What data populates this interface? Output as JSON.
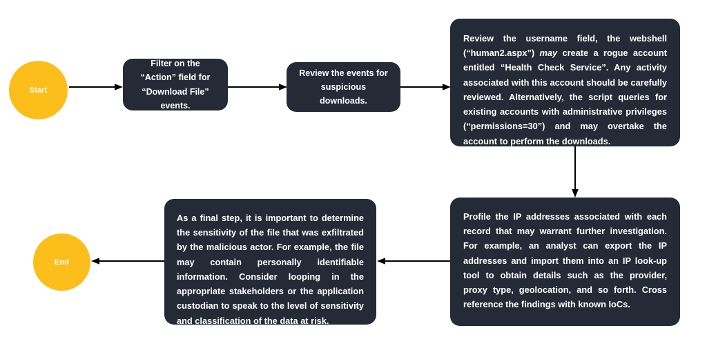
{
  "diagram": {
    "title": "Webshell download investigation flowchart",
    "colors": {
      "terminator_fill": "#FCBE1B",
      "process_fill": "#242B36",
      "text": "#FFFFFF",
      "connector": "#000000",
      "background": "#FFFFFF"
    },
    "nodes": {
      "start": {
        "label": "Start",
        "shape": "circle"
      },
      "filter_action": {
        "label": "Filter on the “Action” field for “Download File” events.",
        "shape": "rounded-rect"
      },
      "review_events": {
        "label": "Review the events for suspicious downloads.",
        "shape": "rounded-rect"
      },
      "review_username": {
        "text_parts": {
          "before": "Review the username field, the webshell (“human2.aspx”) ",
          "emphasis": "may",
          "after": " create a rogue account entitled “Health Check Service”. Any activity associated with this account should be carefully reviewed. Alternatively, the script queries for existing accounts with administrative privileges (“permissions=30”) and may overtake the account to perform the downloads."
        },
        "shape": "rounded-rect"
      },
      "profile_ip": {
        "label": "Profile the IP addresses associated with each record that may warrant further investigation. For example, an analyst can export the IP addresses and import them into an IP look-up tool to obtain details such as the provider, proxy type, geolocation, and so forth. Cross reference the findings with known IoCs.",
        "shape": "rounded-rect"
      },
      "final_step": {
        "label": "As a final step, it is important to determine the sensitivity of the file that was exfiltrated by the malicious actor. For example, the file may contain personally identifiable information. Consider looping in the appropriate stakeholders or the application custodian to speak to the level of sensitivity and classification of the data at risk.",
        "shape": "rounded-rect"
      },
      "end": {
        "label": "End",
        "shape": "circle"
      }
    },
    "connectors": [
      {
        "name": "start-to-filter",
        "from": "start",
        "to": "filter_action",
        "direction": "right"
      },
      {
        "name": "filter-to-review-events",
        "from": "filter_action",
        "to": "review_events",
        "direction": "right"
      },
      {
        "name": "review-events-to-review-username",
        "from": "review_events",
        "to": "review_username",
        "direction": "right"
      },
      {
        "name": "review-username-to-profile-ip",
        "from": "review_username",
        "to": "profile_ip",
        "direction": "down"
      },
      {
        "name": "profile-ip-to-final-step",
        "from": "profile_ip",
        "to": "final_step",
        "direction": "left"
      },
      {
        "name": "final-step-to-end",
        "from": "final_step",
        "to": "end",
        "direction": "left"
      }
    ]
  }
}
